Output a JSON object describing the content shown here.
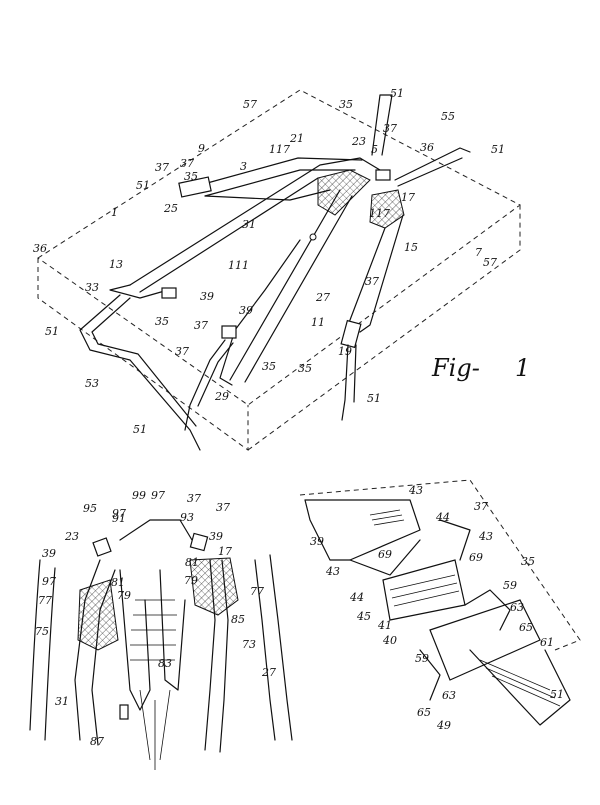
{
  "figure_label": "Fig. 1",
  "figure_label_display": "Fig-",
  "figure_number": "1",
  "top_view_labels": [
    "57",
    "35",
    "51",
    "23",
    "37",
    "55",
    "5",
    "36",
    "51",
    "21",
    "117",
    "9",
    "37",
    "35",
    "3",
    "37",
    "51",
    "25",
    "117",
    "17",
    "1",
    "15",
    "31",
    "36",
    "13",
    "111",
    "7",
    "37",
    "33",
    "39",
    "27",
    "35",
    "57",
    "37",
    "39",
    "11",
    "37",
    "35",
    "19",
    "51",
    "29",
    "53",
    "35",
    "51",
    "51"
  ],
  "detail_left_labels": [
    "95",
    "97",
    "99",
    "97",
    "37",
    "91",
    "93",
    "37",
    "23",
    "39",
    "39",
    "17",
    "97",
    "81",
    "81",
    "77",
    "77",
    "79",
    "79",
    "85",
    "75",
    "83",
    "73",
    "27",
    "31",
    "87"
  ],
  "detail_right_labels": [
    "43",
    "37",
    "39",
    "44",
    "69",
    "43",
    "69",
    "35",
    "43",
    "44",
    "45",
    "59",
    "63",
    "41",
    "65",
    "40",
    "61",
    "59",
    "63",
    "65",
    "51",
    "49"
  ]
}
